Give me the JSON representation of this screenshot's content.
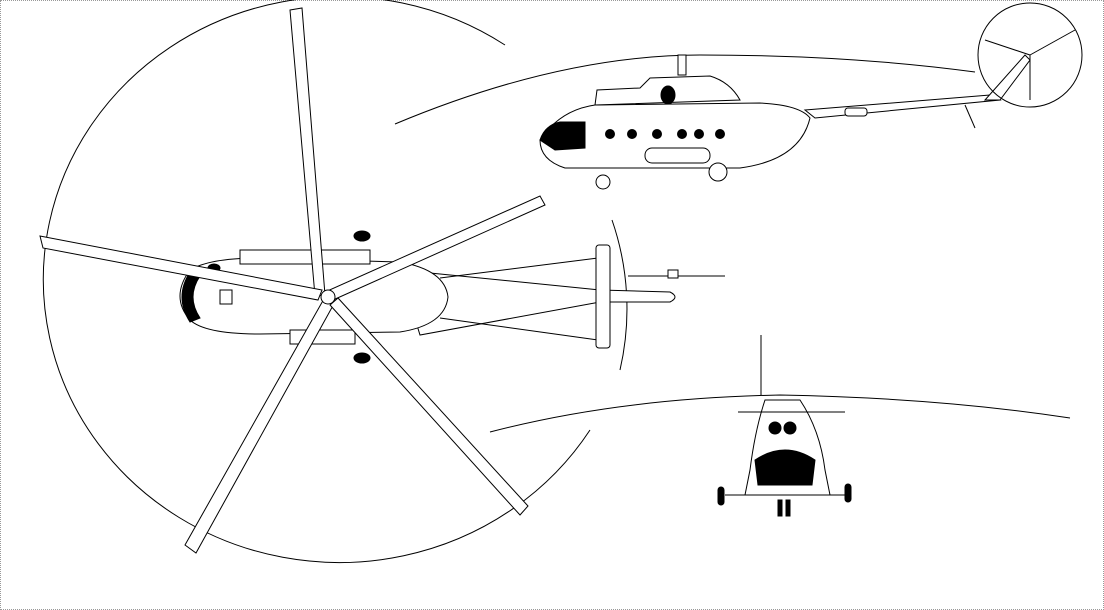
{
  "drawing": {
    "views": [
      "top-view",
      "side-view",
      "front-view"
    ],
    "line_color": "#000000",
    "background_color": "#ffffff",
    "main_rotor_blades": 5
  }
}
